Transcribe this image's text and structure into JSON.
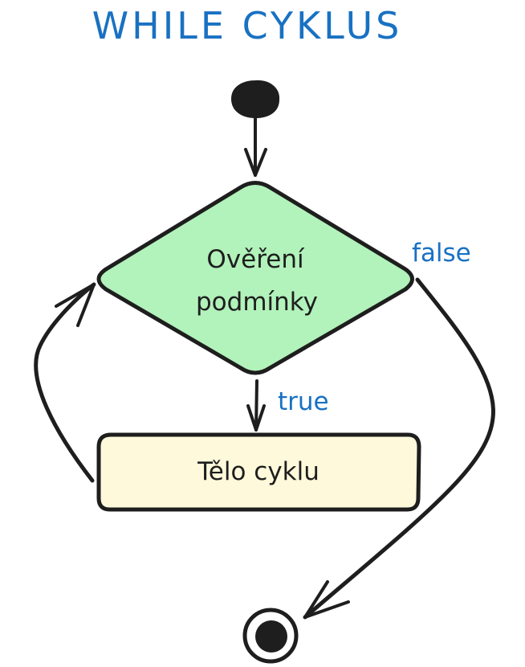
{
  "diagram": {
    "title": "WHILE CYKLUS",
    "colors": {
      "title": "#1971c2",
      "stroke": "#1e1e1e",
      "decision_fill": "#b2f2bb",
      "process_fill": "#fff9db",
      "label": "#1971c2"
    },
    "nodes": {
      "start": {
        "type": "start",
        "label": ""
      },
      "condition": {
        "type": "decision",
        "lines": [
          "Ověření",
          "podmínky"
        ]
      },
      "body": {
        "type": "process",
        "label": "Tělo cyklu"
      },
      "end": {
        "type": "end",
        "label": ""
      }
    },
    "edges": {
      "start_to_condition": {
        "from": "start",
        "to": "condition",
        "label": ""
      },
      "condition_to_body": {
        "from": "condition",
        "to": "body",
        "label": "true"
      },
      "body_to_condition": {
        "from": "body",
        "to": "condition",
        "label": ""
      },
      "condition_to_end": {
        "from": "condition",
        "to": "end",
        "label": "false"
      }
    }
  }
}
